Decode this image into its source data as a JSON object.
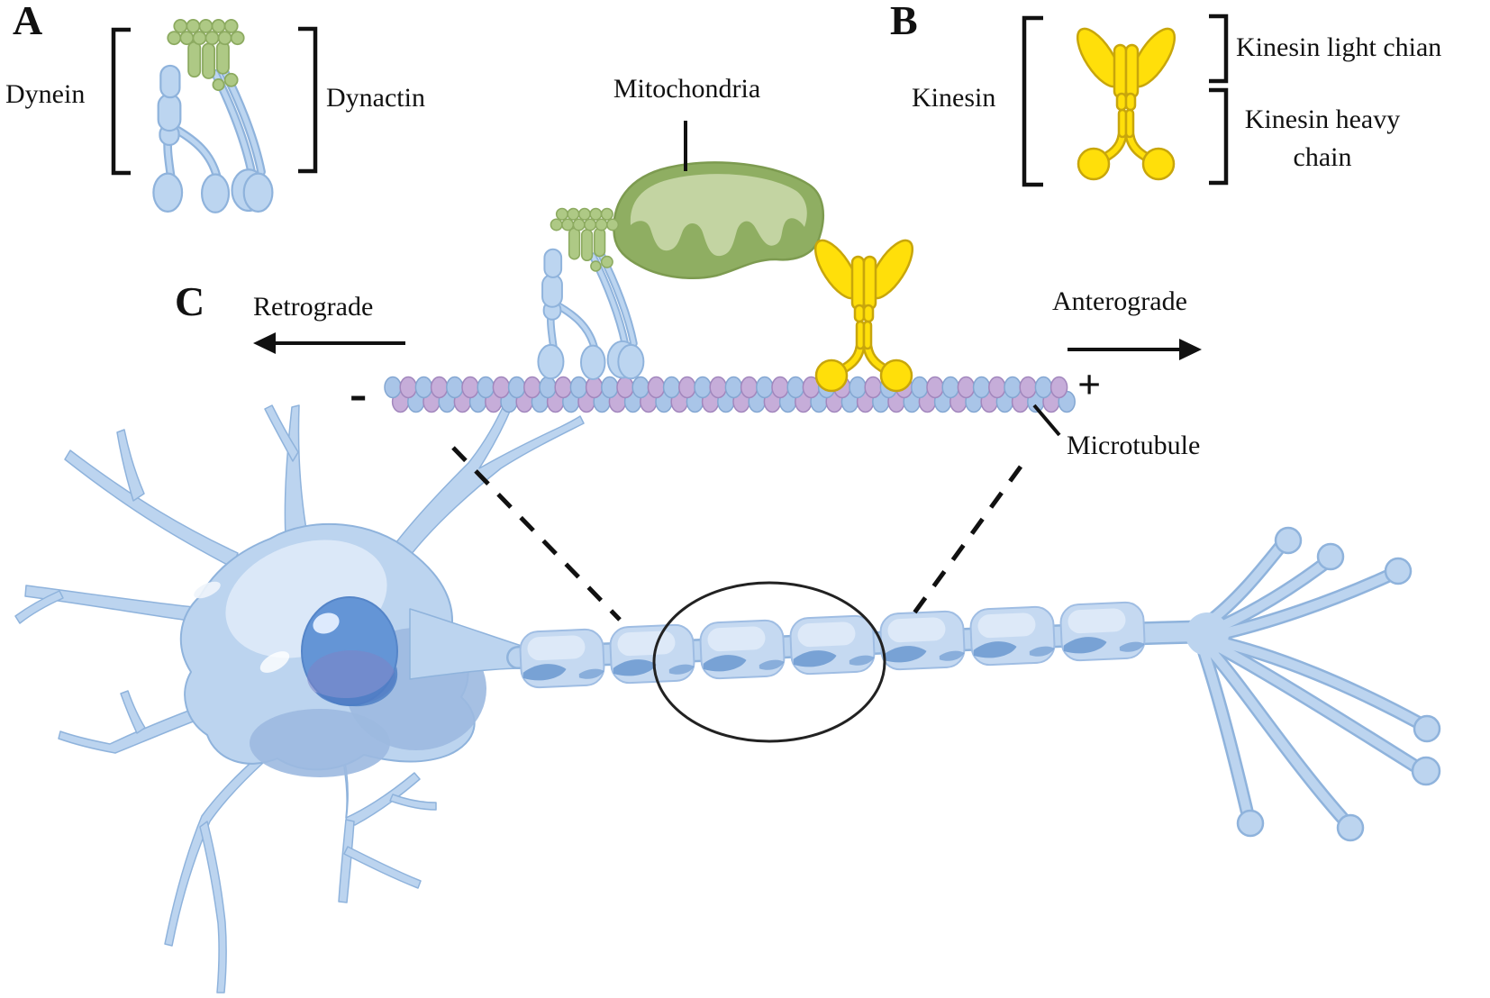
{
  "figure": {
    "panel_a": {
      "label": "A",
      "dynein_label": "Dynein",
      "dynactin_label": "Dynactin"
    },
    "panel_b": {
      "label": "B",
      "kinesin_label": "Kinesin",
      "light_chain_label": "Kinesin light chian",
      "heavy_chain_line1": "Kinesin heavy",
      "heavy_chain_line2": "chain"
    },
    "panel_c": {
      "label": "C",
      "retrograde_label": "Retrograde",
      "anterograde_label": "Anterograde",
      "mitochondria_label": "Mitochondria",
      "microtubule_label": "Microtubule",
      "minus_sign": "-",
      "plus_sign": "+"
    }
  },
  "colors": {
    "text": "#111111",
    "neuron_fill": "#bcd4ef",
    "neuron_edge": "#8fb3dc",
    "neuron_light": "#dce9f8",
    "neuron_mid": "#9cb9e0",
    "nucleus": "#6495d6",
    "nucleus_shadow": "#7d84c6",
    "dynactin_green": "#aec985",
    "dynactin_edge": "#8caa60",
    "mito_outer": "#8fae62",
    "mito_edge": "#7d9b50",
    "mito_inner": "#c3d4a2",
    "kinesin_yellow": "#ffdf0a",
    "kinesin_edge": "#c8a60b",
    "mt_blue": "#a9c5e8",
    "mt_blue_edge": "#84a7d2",
    "mt_purple": "#c6add9",
    "mt_purple_edge": "#a287bd"
  }
}
